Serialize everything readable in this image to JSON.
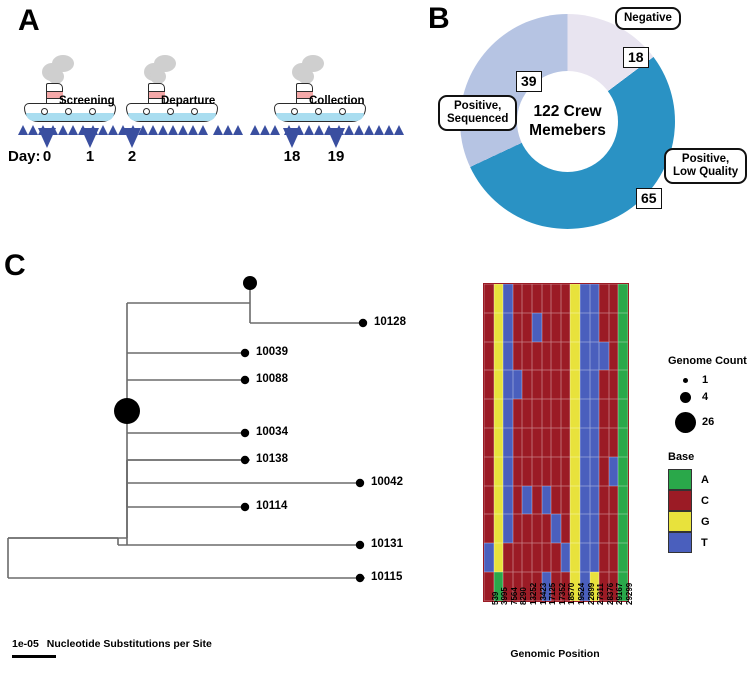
{
  "figure": {
    "panels": [
      {
        "letter": "A",
        "name": "voyage-timeline"
      },
      {
        "letter": "B",
        "name": "crew-donut"
      },
      {
        "letter": "C",
        "name": "phylogeny-heatmap"
      }
    ]
  },
  "panelA": {
    "letter": "A",
    "day_label": "Day:",
    "events": [
      {
        "label": "Screening",
        "day": "0"
      },
      {
        "label": "Departure",
        "day": "2"
      },
      {
        "label": "Collection",
        "day": "18"
      }
    ],
    "day_ticks": [
      "0",
      "1",
      "2",
      "18",
      "19"
    ],
    "colors": {
      "smoke": "#cfcfcf",
      "funnel_stripe": "#f4a8a8",
      "deck": "#a9ddf0",
      "wave": "#3a4fa0",
      "outline": "#2b2b2b"
    }
  },
  "panelB": {
    "letter": "B",
    "center_line1": "122 Crew",
    "center_line2": "Memebers",
    "total": 122,
    "chart_data": {
      "type": "pie",
      "title": "122 Crew Memebers",
      "categories": [
        "Negative",
        "Positive, Low Quality",
        "Positive, Sequenced"
      ],
      "values": [
        18,
        65,
        39
      ],
      "colors": [
        "#e8e4f0",
        "#2a92c4",
        "#b6c4e3"
      ],
      "legend": "labels-on-chart",
      "donut": true
    },
    "slices": [
      {
        "label": "Negative",
        "count": "18",
        "color": "#e8e4f0"
      },
      {
        "label": "Positive,\nLow Quality",
        "count": "65",
        "color": "#2a92c4"
      },
      {
        "label": "Positive,\nSequenced",
        "count": "39",
        "color": "#b6c4e3"
      }
    ]
  },
  "panelC": {
    "letter": "C",
    "scale_value": "1e-05",
    "scale_text": "Nucleotide Substitutions per Site",
    "tree_tips": [
      "10128",
      "10039",
      "10088",
      "10034",
      "10138",
      "10042",
      "10114",
      "10131",
      "10115"
    ],
    "xaxis_title": "Genomic Position",
    "genomic_positions": [
      "539",
      "3995",
      "7564",
      "8290",
      "13252",
      "13423",
      "17125",
      "17352",
      "18570",
      "19524",
      "22899",
      "27311",
      "28376",
      "29167",
      "29299"
    ],
    "legend": {
      "size_title": "Genome Count",
      "sizes": [
        {
          "label": "1",
          "px": 5
        },
        {
          "label": "4",
          "px": 11
        },
        {
          "label": "26",
          "px": 21
        }
      ],
      "base_title": "Base",
      "bases": [
        {
          "label": "A",
          "color": "#2aa84a"
        },
        {
          "label": "C",
          "color": "#9b1b25"
        },
        {
          "label": "G",
          "color": "#e8e23c"
        },
        {
          "label": "T",
          "color": "#4a5fbd"
        }
      ]
    },
    "chart_data": {
      "type": "heatmap",
      "title": "",
      "xlabel": "Genomic Position",
      "ylabel": "",
      "x": [
        "539",
        "3995",
        "7564",
        "8290",
        "13252",
        "13423",
        "17125",
        "17352",
        "18570",
        "19524",
        "22899",
        "27311",
        "28376",
        "29167",
        "29299"
      ],
      "y": [
        "10128",
        "10039",
        "10088",
        "10034",
        "10138",
        "10042",
        "10114",
        "10131",
        "10115"
      ],
      "value_colors": {
        "A": "#2aa84a",
        "C": "#9b1b25",
        "G": "#e8e23c",
        "T": "#4a5fbd"
      },
      "rows": [
        [
          "C",
          "G",
          "T",
          "C",
          "C",
          "C",
          "C",
          "C",
          "C",
          "G",
          "T",
          "T",
          "C",
          "C",
          "A"
        ],
        [
          "C",
          "G",
          "T",
          "C",
          "C",
          "T",
          "C",
          "C",
          "C",
          "G",
          "T",
          "T",
          "C",
          "C",
          "A"
        ],
        [
          "C",
          "G",
          "T",
          "C",
          "C",
          "C",
          "C",
          "C",
          "C",
          "G",
          "T",
          "T",
          "T",
          "C",
          "A"
        ],
        [
          "C",
          "G",
          "T",
          "T",
          "C",
          "C",
          "C",
          "C",
          "C",
          "G",
          "T",
          "T",
          "C",
          "C",
          "A"
        ],
        [
          "C",
          "G",
          "T",
          "C",
          "C",
          "C",
          "C",
          "C",
          "C",
          "G",
          "T",
          "T",
          "C",
          "C",
          "A"
        ],
        [
          "C",
          "G",
          "T",
          "C",
          "C",
          "C",
          "C",
          "C",
          "C",
          "G",
          "T",
          "T",
          "C",
          "C",
          "A"
        ],
        [
          "C",
          "G",
          "T",
          "C",
          "C",
          "C",
          "C",
          "C",
          "C",
          "G",
          "T",
          "T",
          "C",
          "T",
          "A"
        ],
        [
          "C",
          "G",
          "T",
          "C",
          "T",
          "C",
          "T",
          "C",
          "C",
          "G",
          "T",
          "T",
          "C",
          "C",
          "A"
        ],
        [
          "C",
          "G",
          "T",
          "C",
          "C",
          "C",
          "C",
          "T",
          "C",
          "G",
          "T",
          "T",
          "C",
          "C",
          "A"
        ],
        [
          "T",
          "G",
          "C",
          "C",
          "C",
          "C",
          "C",
          "C",
          "T",
          "G",
          "T",
          "T",
          "C",
          "C",
          "A"
        ],
        [
          "C",
          "A",
          "C",
          "C",
          "C",
          "C",
          "T",
          "C",
          "C",
          "G",
          "T",
          "G",
          "C",
          "C",
          "A"
        ]
      ]
    }
  }
}
